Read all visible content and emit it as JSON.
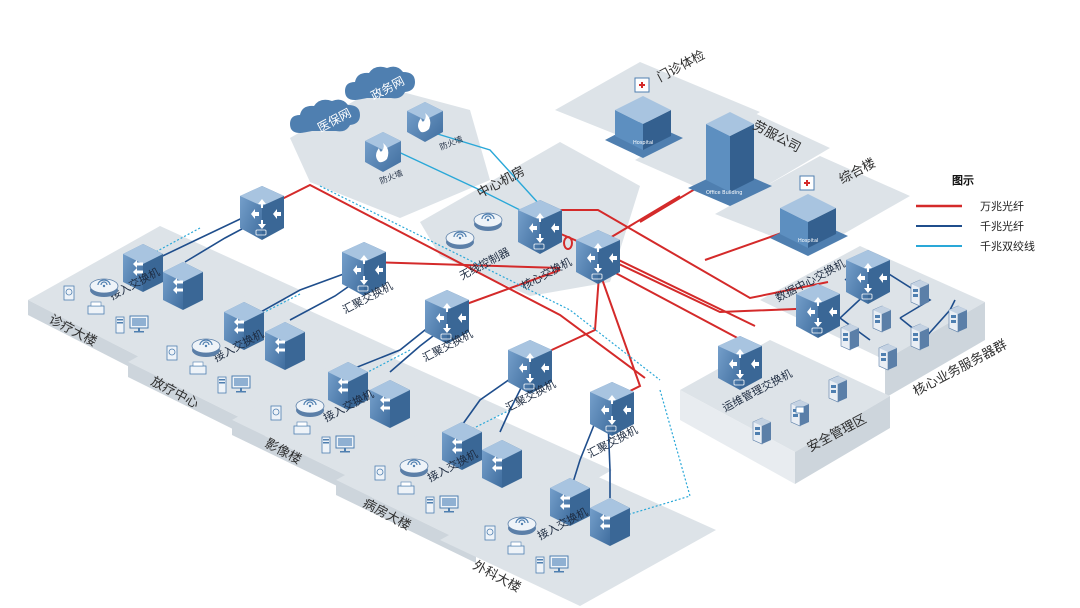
{
  "legend": {
    "title": "图示",
    "items": [
      {
        "label": "万兆光纤",
        "color": "#d42a2a"
      },
      {
        "label": "千兆光纤",
        "color": "#1f4e8c"
      },
      {
        "label": "千兆双绞线",
        "color": "#2aa8d8"
      }
    ]
  },
  "clouds": {
    "yibao": "医保网",
    "zhengwu": "政务网"
  },
  "firewall_label": "防火墙",
  "zones": {
    "menzhen": "门诊体检",
    "laofu": "劳服公司",
    "zonghe": "综合楼",
    "zhongxin": "中心机房",
    "zhenliao": "诊疗大楼",
    "fangliao": "放疗中心",
    "yingxiang": "影像楼",
    "bingfang": "病房大楼",
    "waike": "外科大楼",
    "hexin_biz": "核心业务服务器群",
    "anquan": "安全管理区"
  },
  "buildings": {
    "hospital": "Hospital",
    "office": "Office Building"
  },
  "devices": {
    "core": "核心交换机",
    "wireless_ctrl": "无线控制器",
    "dc": "数据中心交换机",
    "ops": "运维管理交换机",
    "agg": "汇聚交换机",
    "access": "接入交换机"
  },
  "colors": {
    "zone_fill": "#dde3e8",
    "device_blue": "#4f7fb0",
    "ten_gig": "#d42a2a",
    "gig_fiber": "#1f4e8c",
    "gig_cat": "#2aa8d8"
  }
}
